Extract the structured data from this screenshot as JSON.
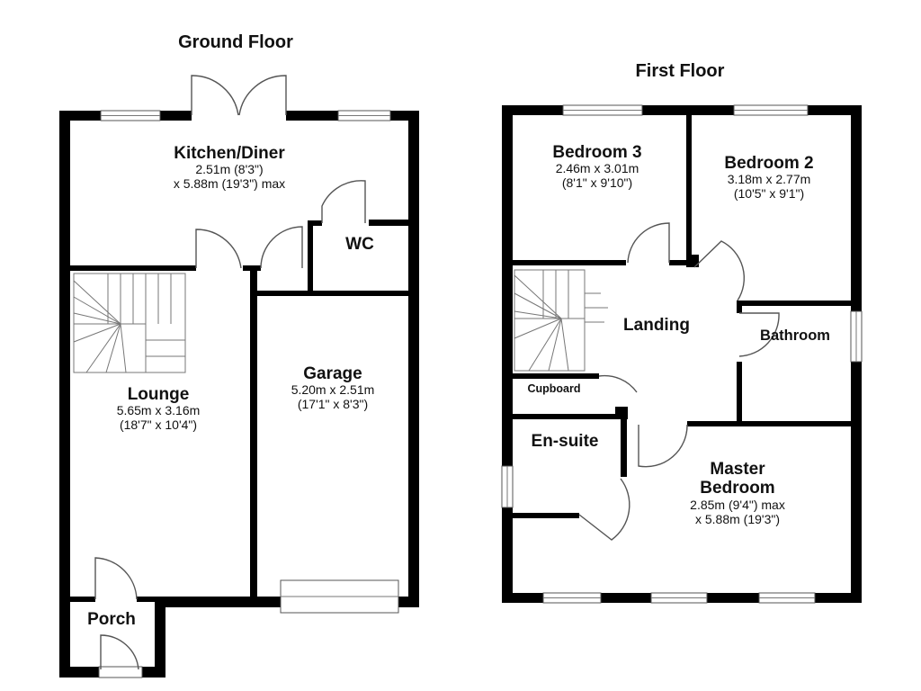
{
  "floors": {
    "ground": {
      "title": "Ground Floor",
      "rooms": {
        "kitchen": {
          "name": "Kitchen/Diner",
          "dim1": "2.51m (8'3\")",
          "dim2": "x 5.88m (19'3\") max"
        },
        "wc": {
          "name": "WC"
        },
        "lounge": {
          "name": "Lounge",
          "dim1": "5.65m x 3.16m",
          "dim2": "(18'7\" x 10'4\")"
        },
        "garage": {
          "name": "Garage",
          "dim1": "5.20m x 2.51m",
          "dim2": "(17'1\" x 8'3\")"
        },
        "porch": {
          "name": "Porch"
        }
      }
    },
    "first": {
      "title": "First Floor",
      "rooms": {
        "bedroom3": {
          "name": "Bedroom 3",
          "dim1": "2.46m x 3.01m",
          "dim2": "(8'1\" x 9'10\")"
        },
        "bedroom2": {
          "name": "Bedroom 2",
          "dim1": "3.18m x 2.77m",
          "dim2": "(10'5\" x 9'1\")"
        },
        "landing": {
          "name": "Landing"
        },
        "bathroom": {
          "name": "Bathroom"
        },
        "cupboard": {
          "name": "Cupboard"
        },
        "ensuite": {
          "name": "En-suite"
        },
        "master": {
          "name1": "Master",
          "name2": "Bedroom",
          "dim1": "2.85m (9'4\") max",
          "dim2": "x 5.88m (19'3\")"
        }
      }
    }
  }
}
